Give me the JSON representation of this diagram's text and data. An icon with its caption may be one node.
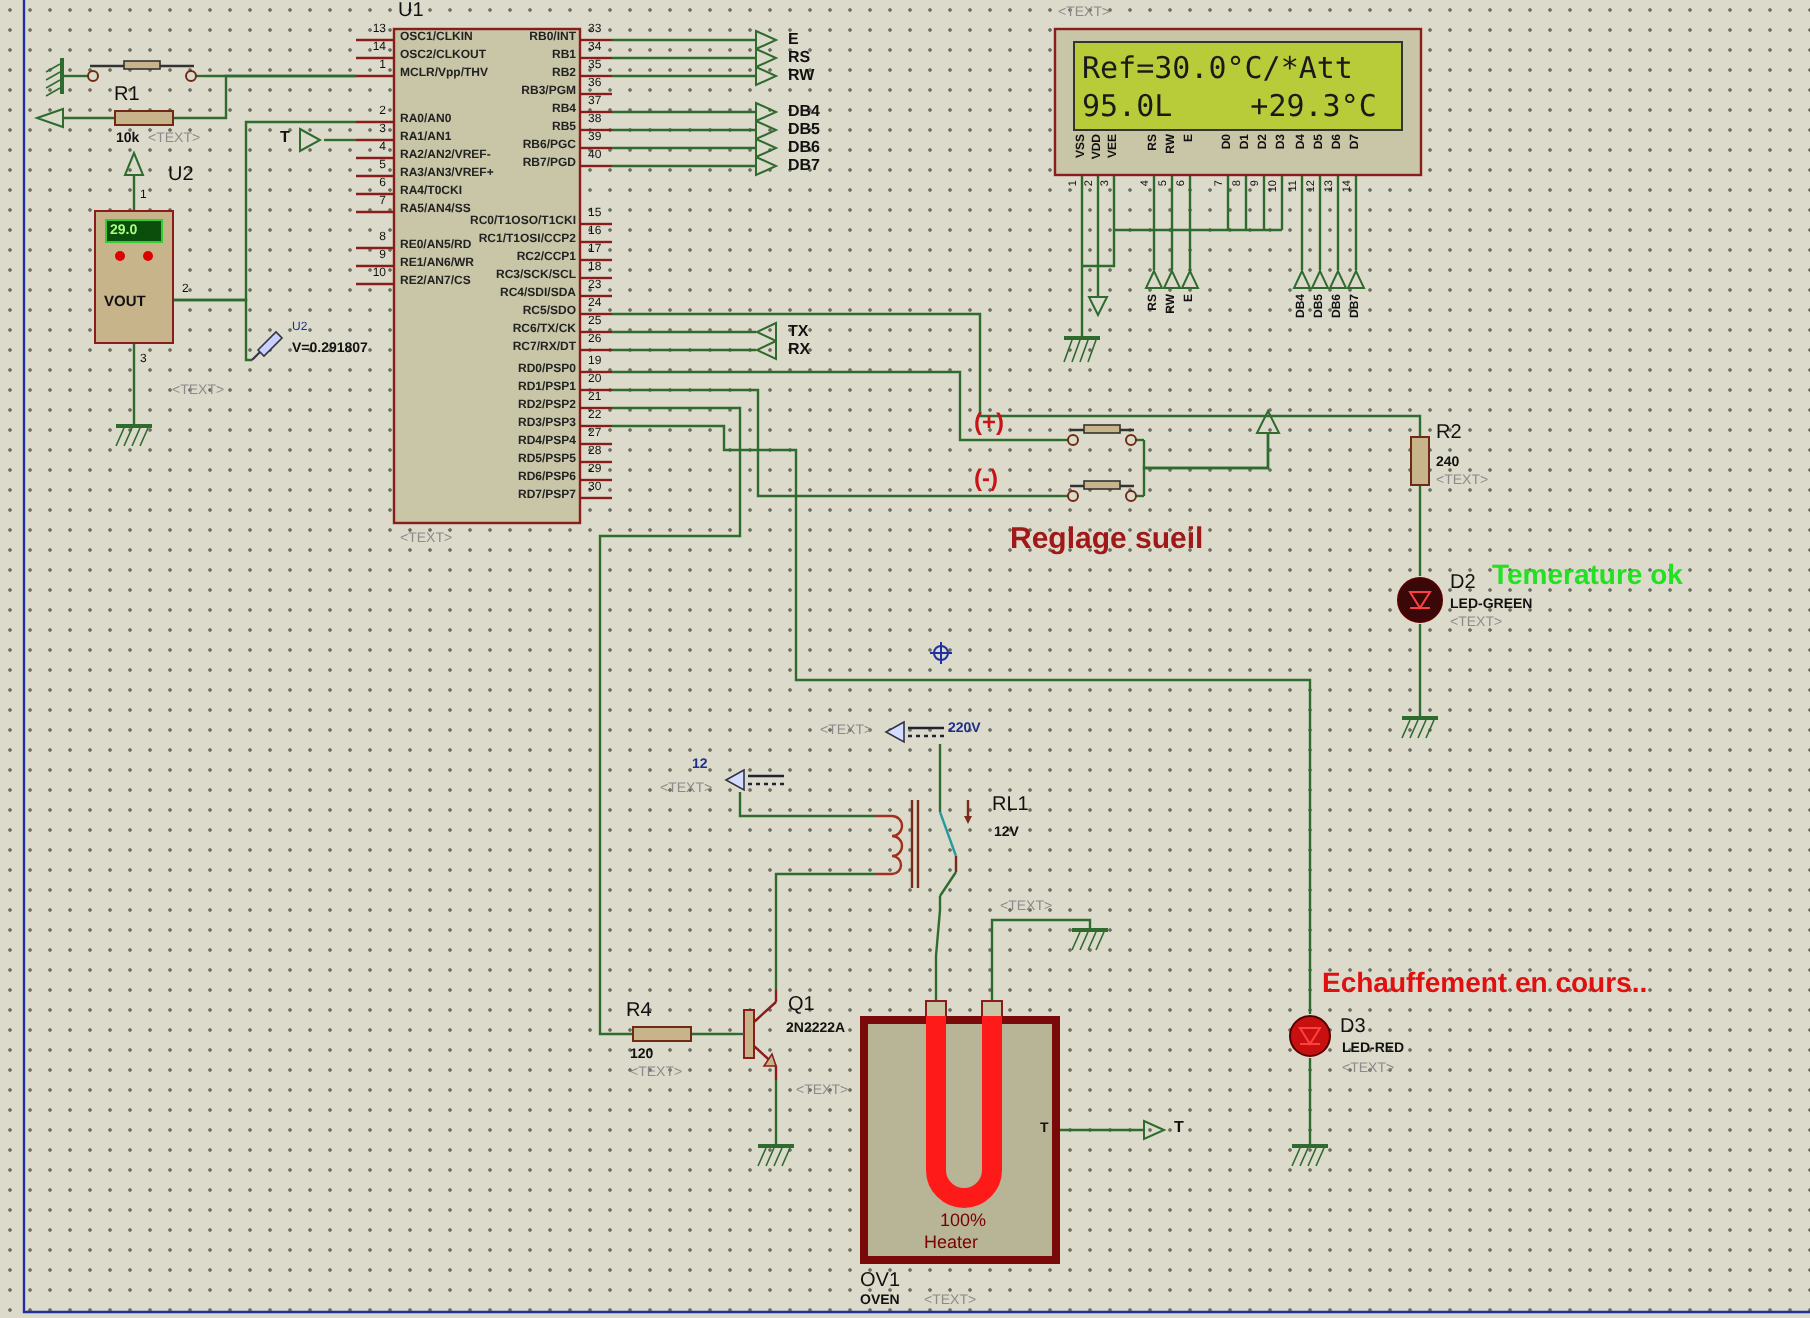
{
  "diagram": {
    "nodes": [
      {
        "text": [
          "U1",
          "OSC1/CLKIN",
          "OSC2/CLKOUT",
          "MCLR/Vpp/THV",
          "RA0/AN0",
          "RA1/AN1",
          "RA2/AN2/VREF-",
          "RA3/AN3/VREF+",
          "RA4/T0CKI",
          "RA5/AN4/SS",
          "RE0/AN5/RD",
          "RE1/AN6/WR",
          "RE2/AN7/CS",
          "RB0/INT",
          "RB1",
          "RB2",
          "RB3/PGM",
          "RB4",
          "RB5",
          "RB6/PGC",
          "RB7/PGD",
          "RC0/T1OSO/T1CKI",
          "RC1/T1OSI/CCP2",
          "RC2/CCP1",
          "RC3/SCK/SCL",
          "RC4/SDI/SDA",
          "RC5/SDO",
          "RC6/TX/CK",
          "RC7/RX/DT",
          "RD0/PSP0",
          "RD1/PSP1",
          "RD2/PSP2",
          "RD3/PSP3",
          "RD4/PSP4",
          "RD5/PSP5",
          "RD6/PSP6",
          "RD7/PSP7"
        ],
        "beside": [
          "13",
          "14",
          "1",
          "2",
          "3",
          "4",
          "5",
          "6",
          "7",
          "8",
          "9",
          "10",
          "33",
          "34",
          "35",
          "36",
          "37",
          "38",
          "39",
          "40",
          "15",
          "16",
          "17",
          "18",
          "23",
          "24",
          "25",
          "26",
          "19",
          "20",
          "21",
          "22",
          "27",
          "28",
          "29",
          "30",
          "<TEXT>"
        ]
      },
      {
        "text": [],
        "shape": "switch"
      },
      {
        "text": [],
        "shape": "ground"
      },
      {
        "text": [
          "R1",
          "10k"
        ],
        "beside": [
          "<TEXT>"
        ]
      },
      {
        "text": [],
        "shape": "triangle"
      },
      {
        "text": [],
        "shape": "triangle"
      },
      {
        "text": [
          "U2",
          "29.0",
          "VOUT"
        ],
        "beside": [
          "1",
          "2",
          "3",
          "<TEXT>"
        ]
      },
      {
        "text": [],
        "shape": "ground"
      },
      {
        "text": [
          "V=0.291807"
        ],
        "beside": [
          "U2"
        ]
      },
      {
        "text": [
          "T"
        ]
      },
      {
        "text": [
          "E"
        ]
      },
      {
        "text": [
          "RS"
        ]
      },
      {
        "text": [
          "RW"
        ]
      },
      {
        "text": [
          "DB4"
        ]
      },
      {
        "text": [
          "DB5"
        ]
      },
      {
        "text": [
          "DB6"
        ]
      },
      {
        "text": [
          "DB7"
        ]
      },
      {
        "text": [
          "TX"
        ]
      },
      {
        "text": [
          "RX"
        ]
      },
      {
        "text": [
          "Ref=30.0°C/*Att",
          "95.0L +29.3°C",
          "VSS",
          "VDD",
          "VEE",
          "RS",
          "RW",
          "E",
          "D0",
          "D1",
          "D2",
          "D3",
          "D4",
          "D5",
          "D6",
          "D7"
        ],
        "beside": [
          "1",
          "2",
          "3",
          "4",
          "5",
          "6",
          "7",
          "8",
          "9",
          "10",
          "11",
          "12",
          "13",
          "14",
          "<TEXT>"
        ]
      },
      {
        "text": [],
        "shape": "ground"
      },
      {
        "text": [],
        "shape": "triangle"
      },
      {
        "text": [
          "RS"
        ]
      },
      {
        "text": [
          "RW"
        ]
      },
      {
        "text": [
          "E"
        ]
      },
      {
        "text": [
          "DB4"
        ]
      },
      {
        "text": [
          "DB5"
        ]
      },
      {
        "text": [
          "DB6"
        ]
      },
      {
        "text": [
          "DB7"
        ]
      },
      {
        "text": [
          "(+)"
        ]
      },
      {
        "text": [
          "(-)"
        ]
      },
      {
        "text": [],
        "shape": "triangle"
      },
      {
        "text": [
          "R2",
          "240"
        ],
        "beside": [
          "<TEXT>"
        ]
      },
      {
        "text": [
          "D2",
          "LED-GREEN"
        ],
        "beside": [
          "Temerature ok",
          "<TEXT>"
        ]
      },
      {
        "text": [],
        "shape": "ground"
      },
      {
        "text": [
          "220V"
        ],
        "beside": [
          "<TEXT>"
        ]
      },
      {
        "text": [
          "12"
        ],
        "beside": [
          "<TEXT>"
        ]
      },
      {
        "text": [
          "RL1",
          "12V"
        ],
        "beside": [
          "<TEXT>"
        ]
      },
      {
        "text": [],
        "shape": "ground"
      },
      {
        "text": [
          "R4",
          "120"
        ],
        "beside": [
          "<TEXT>"
        ]
      },
      {
        "text": [
          "Q1",
          "2N2222A"
        ],
        "beside": [
          "<TEXT>"
        ]
      },
      {
        "text": [],
        "shape": "ground"
      },
      {
        "text": [
          "OV1",
          "OVEN",
          "100%",
          "Heater",
          "T"
        ],
        "beside": [
          "<TEXT>"
        ]
      },
      {
        "text": [
          "T"
        ]
      },
      {
        "text": [
          "D3",
          "LED-RED"
        ],
        "beside": [
          "Echauffement en cours..",
          "<TEXT>"
        ]
      },
      {
        "text": [],
        "shape": "ground"
      }
    ],
    "edges": [
      {
        "from": 1,
        "to": 2,
        "arrow": "none"
      },
      {
        "from": 1,
        "to": 0,
        "arrow": "none"
      },
      {
        "from": 3,
        "to": 0,
        "arrow": "none"
      },
      {
        "from": 3,
        "to": 4,
        "arrow": "none"
      },
      {
        "from": 5,
        "to": 6,
        "arrow": "none"
      },
      {
        "from": 6,
        "to": 7,
        "arrow": "none"
      },
      {
        "from": 6,
        "to": 0,
        "arrow": "none"
      },
      {
        "from": 8,
        "to": 6,
        "arrow": "none"
      },
      {
        "from": 9,
        "to": 0,
        "arrow": "none"
      },
      {
        "from": 0,
        "to": 10,
        "arrow": "none"
      },
      {
        "from": 0,
        "to": 11,
        "arrow": "none"
      },
      {
        "from": 0,
        "to": 12,
        "arrow": "none"
      },
      {
        "from": 0,
        "to": 13,
        "arrow": "none"
      },
      {
        "from": 0,
        "to": 14,
        "arrow": "none"
      },
      {
        "from": 0,
        "to": 15,
        "arrow": "none"
      },
      {
        "from": 0,
        "to": 16,
        "arrow": "none"
      },
      {
        "from": 0,
        "to": 17,
        "arrow": "none"
      },
      {
        "from": 0,
        "to": 18,
        "arrow": "none"
      },
      {
        "from": 0,
        "to": 32,
        "arrow": "none"
      },
      {
        "from": 32,
        "to": 33,
        "arrow": "none"
      },
      {
        "from": 33,
        "to": 34,
        "arrow": "none"
      },
      {
        "from": 0,
        "to": 29,
        "arrow": "none"
      },
      {
        "from": 0,
        "to": 30,
        "arrow": "none"
      },
      {
        "from": 29,
        "to": 31,
        "arrow": "none"
      },
      {
        "from": 30,
        "to": 31,
        "arrow": "none"
      },
      {
        "from": 0,
        "to": 39,
        "arrow": "none"
      },
      {
        "from": 0,
        "to": 44,
        "arrow": "none"
      },
      {
        "from": 39,
        "to": 40,
        "arrow": "none"
      },
      {
        "from": 40,
        "to": 37,
        "arrow": "none"
      },
      {
        "from": 36,
        "to": 37,
        "arrow": "none"
      },
      {
        "from": 40,
        "to": 41,
        "arrow": "none"
      },
      {
        "from": 35,
        "to": 37,
        "arrow": "none"
      },
      {
        "from": 37,
        "to": 42,
        "arrow": "none"
      },
      {
        "from": 42,
        "to": 38,
        "arrow": "none"
      },
      {
        "from": 42,
        "to": 43,
        "arrow": "none"
      },
      {
        "from": 44,
        "to": 45,
        "arrow": "none"
      },
      {
        "from": 19,
        "to": 20,
        "arrow": "none"
      },
      {
        "from": 19,
        "to": 21,
        "arrow": "none"
      },
      {
        "from": 19,
        "to": 22,
        "arrow": "none"
      },
      {
        "from": 19,
        "to": 23,
        "arrow": "none"
      },
      {
        "from": 19,
        "to": 24,
        "arrow": "none"
      },
      {
        "from": 19,
        "to": 25,
        "arrow": "none"
      },
      {
        "from": 19,
        "to": 26,
        "arrow": "none"
      },
      {
        "from": 19,
        "to": 27,
        "arrow": "none"
      },
      {
        "from": 19,
        "to": 28,
        "arrow": "none"
      }
    ],
    "labels": [
      "Reglage sueil"
    ]
  }
}
